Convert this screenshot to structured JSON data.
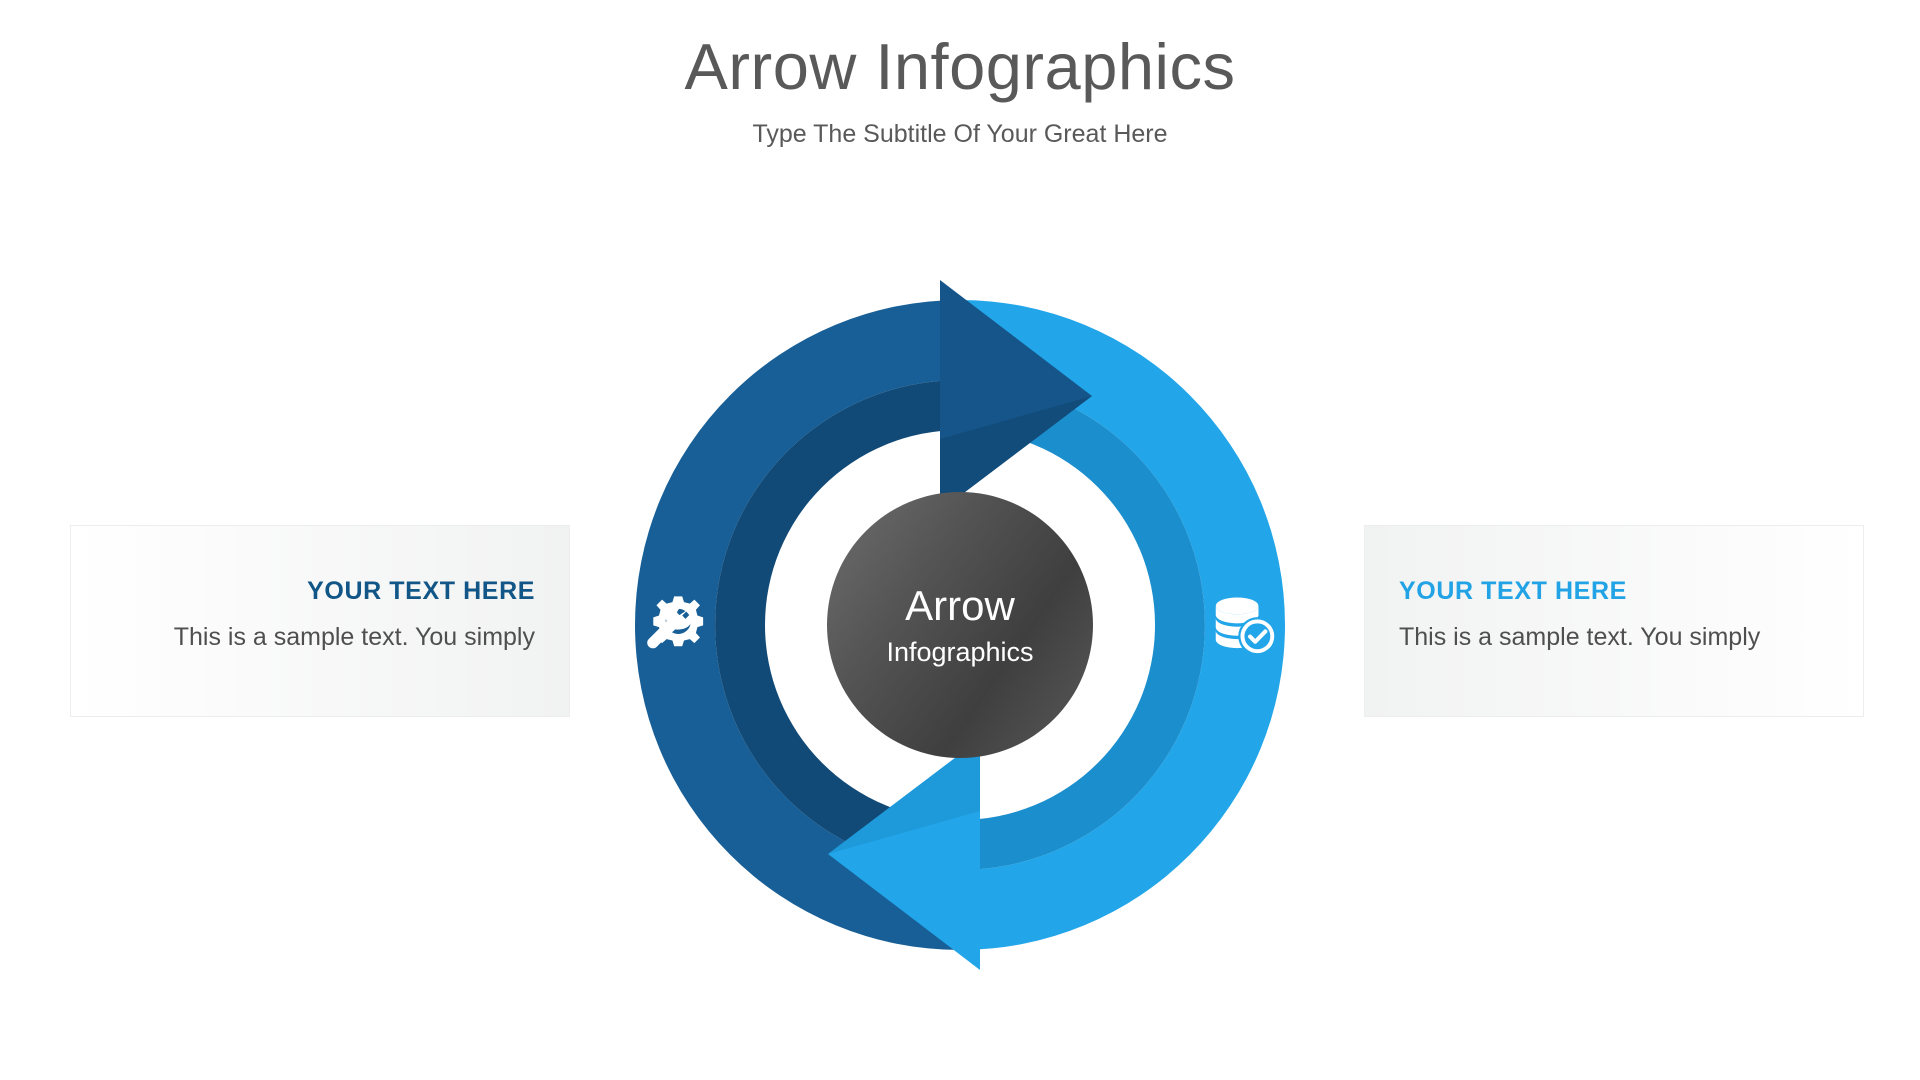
{
  "header": {
    "title": "Arrow Infographics",
    "subtitle": "Type The Subtitle Of Your Great Here"
  },
  "diagram": {
    "type": "circular-arrow-cycle",
    "center": {
      "title": "Arrow",
      "subtitle": "Infographics"
    },
    "segments": [
      {
        "id": "left-segment",
        "side": "left",
        "direction": "counter-clockwise-up",
        "icon": "wrench-gear-icon",
        "outer_color": "#175f96",
        "inner_color": "#124a77",
        "arrow_head": "top"
      },
      {
        "id": "right-segment",
        "side": "right",
        "direction": "clockwise-down",
        "icon": "database-check-icon",
        "outer_color": "#22a6e9",
        "inner_color": "#1b8ecd",
        "arrow_head": "bottom"
      }
    ],
    "hub_color_start": "#6e6e6e",
    "hub_color_end": "#3f3f3f"
  },
  "cards": {
    "left": {
      "heading": "YOUR TEXT HERE",
      "body": "This is a sample text. You simply",
      "accent_color": "#115687"
    },
    "right": {
      "heading": "YOUR TEXT HERE",
      "body": "This is a sample text. You simply",
      "accent_color": "#21a3e5"
    }
  }
}
